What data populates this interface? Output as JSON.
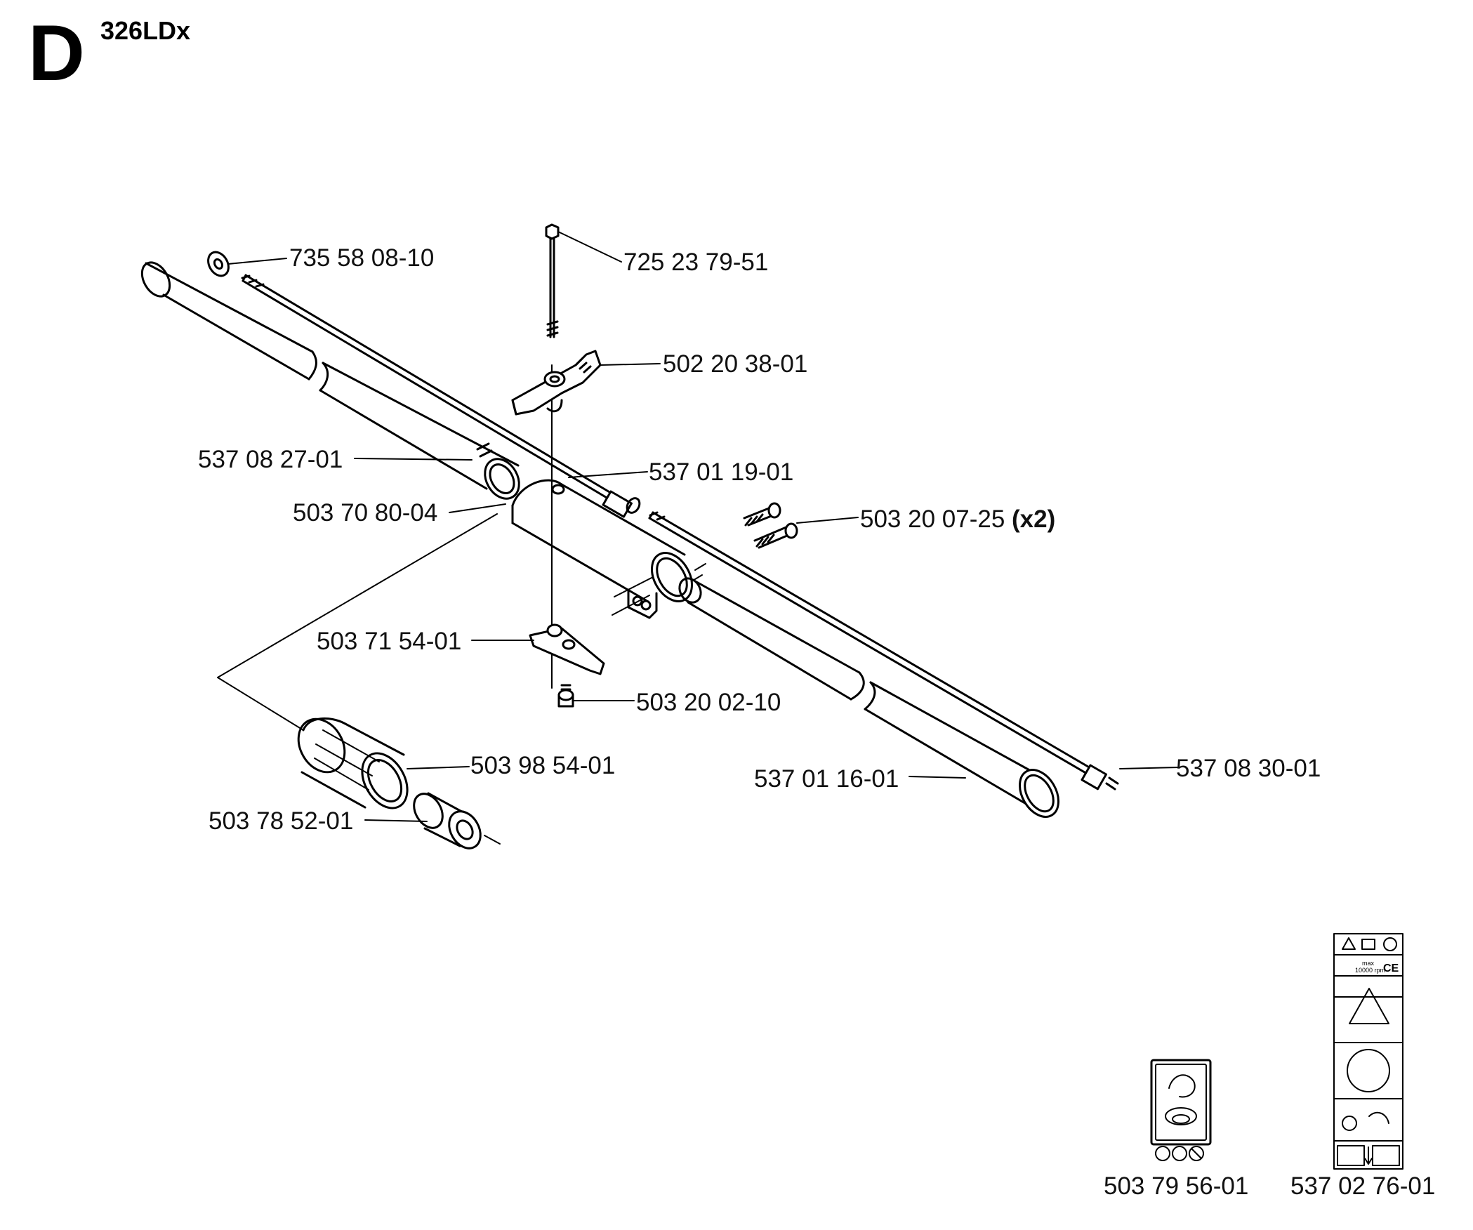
{
  "header": {
    "section_letter": "D",
    "model": "326LDx"
  },
  "parts": [
    {
      "id": "washer",
      "number": "735 58 08-10"
    },
    {
      "id": "bolt-long",
      "number": "725 23 79-51"
    },
    {
      "id": "wing-knob",
      "number": "502 20 38-01"
    },
    {
      "id": "upper-shaft-tube",
      "number": "537 08 27-01"
    },
    {
      "id": "drive-shaft-upper",
      "number": "537 01 19-01"
    },
    {
      "id": "coupling-housing",
      "number": "503 70 80-04"
    },
    {
      "id": "clamp-screw",
      "number": "503 20 07-25",
      "quantity": "(x2)"
    },
    {
      "id": "bracket-plate",
      "number": "503 71 54-01"
    },
    {
      "id": "small-screw",
      "number": "503 20 02-10"
    },
    {
      "id": "vibration-damper",
      "number": "503 98 54-01"
    },
    {
      "id": "lower-shaft-tube",
      "number": "537 01 16-01"
    },
    {
      "id": "drive-shaft-end",
      "number": "537 08 30-01"
    },
    {
      "id": "bushing",
      "number": "503 78 52-01"
    },
    {
      "id": "decal-trimmer-head",
      "number": "503 79 56-01"
    },
    {
      "id": "decal-warning-labels",
      "number": "537 02 76-01"
    }
  ],
  "decals": {
    "max_label": "max",
    "rpm_label": "10000 rpm",
    "ce_mark": "CE"
  }
}
